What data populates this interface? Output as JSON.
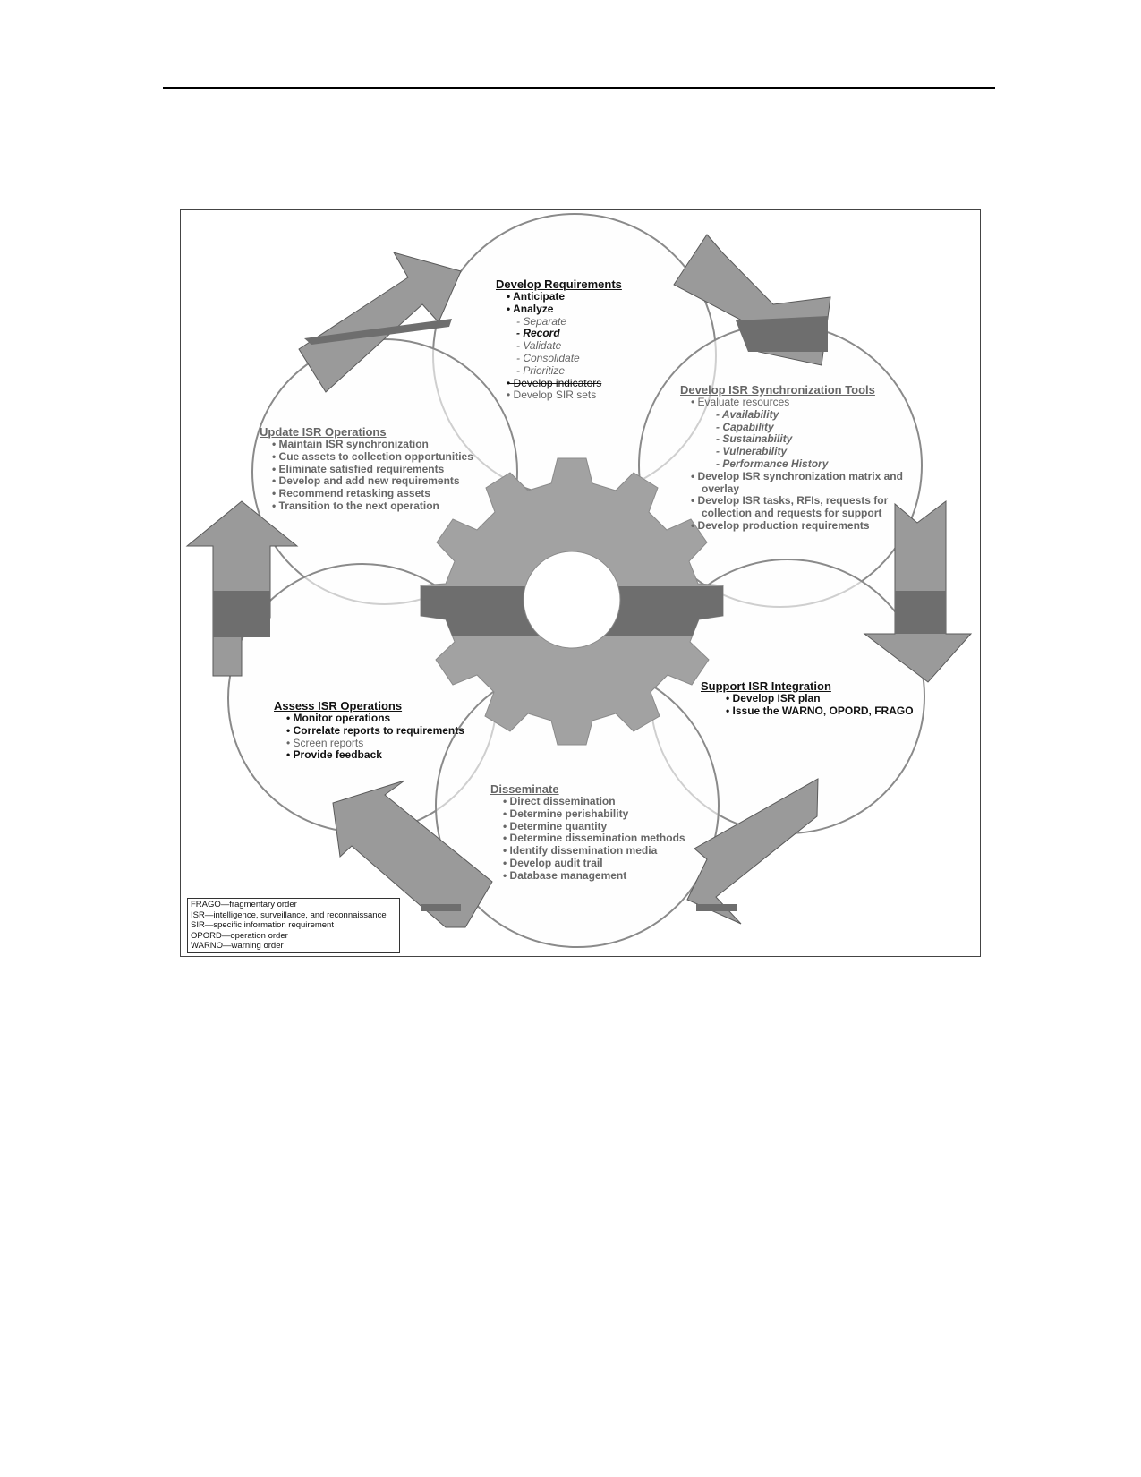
{
  "blocks": {
    "develop_requirements": {
      "title": "Develop Requirements",
      "items": [
        "• Anticipate",
        "• Analyze",
        "- Separate",
        "- Record",
        "- Validate",
        "- Consolidate",
        "- Prioritize",
        "• Develop indicators",
        "• Develop SIR sets"
      ]
    },
    "develop_sync_tools": {
      "title": "Develop ISR Synchronization Tools",
      "items": [
        "• Evaluate resources",
        "- Availability",
        "- Capability",
        "- Sustainability",
        "- Vulnerability",
        "- Performance History",
        "• Develop ISR synchronization matrix and",
        "overlay",
        "• Develop ISR tasks, RFIs, requests for",
        "collection and requests for support",
        "• Develop production requirements"
      ]
    },
    "update_isr_operations": {
      "title": "Update ISR Operations",
      "items": [
        "• Maintain ISR synchronization",
        "• Cue assets to collection opportunities",
        "• Eliminate satisfied requirements",
        "• Develop and add new requirements",
        "• Recommend retasking assets",
        "• Transition to the next operation"
      ]
    },
    "support_isr_integration": {
      "title": "Support ISR Integration",
      "items": [
        "• Develop ISR plan",
        "• Issue the WARNO, OPORD, FRAGO"
      ]
    },
    "assess_isr_operations": {
      "title": "Assess ISR Operations",
      "items": [
        "• Monitor operations",
        "• Correlate reports to requirements",
        "• Screen reports",
        "• Provide feedback"
      ]
    },
    "disseminate": {
      "title": "Disseminate",
      "items": [
        "• Direct dissemination",
        "• Determine perishability",
        "• Determine quantity",
        "• Determine dissemination methods",
        "• Identify dissemination media",
        "• Develop audit trail",
        "• Database management"
      ]
    }
  },
  "legend": [
    "FRAGO—fragmentary order",
    "ISR—intelligence, surveillance, and reconnaissance",
    "SIR—specific information requirement",
    "OPORD—operation order",
    "WARNO—warning order"
  ],
  "colors": {
    "arrow_light": "#9a9a9a",
    "arrow_dark": "#6e6e6e",
    "gear": "#a2a2a2",
    "gear_band": "#6e6e6e",
    "circle_stroke": "#8a8a8a"
  }
}
